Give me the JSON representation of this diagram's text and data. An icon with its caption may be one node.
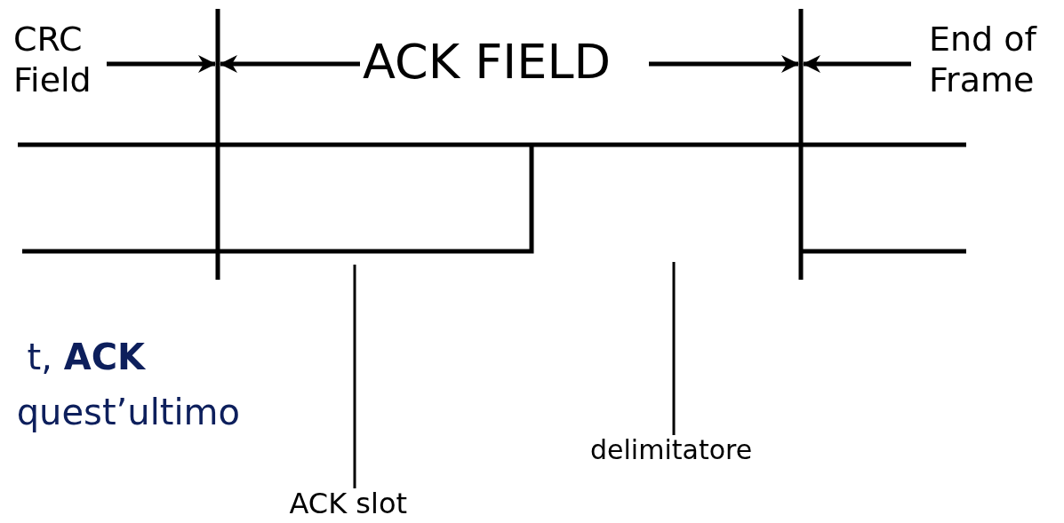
{
  "diagram": {
    "nodes": [
      {
        "text": [
          "ACK slot"
        ]
      },
      {
        "text": [
          "delimitatore"
        ]
      }
    ],
    "edges": [
      {
        "from": 0,
        "to": null,
        "arrow": "none"
      },
      {
        "from": 1,
        "to": null,
        "arrow": "none"
      }
    ],
    "labels": [
      "CRC Field",
      "ACK FIELD",
      "End of Frame",
      "t, **ACK**",
      "quest’ultimo"
    ]
  }
}
